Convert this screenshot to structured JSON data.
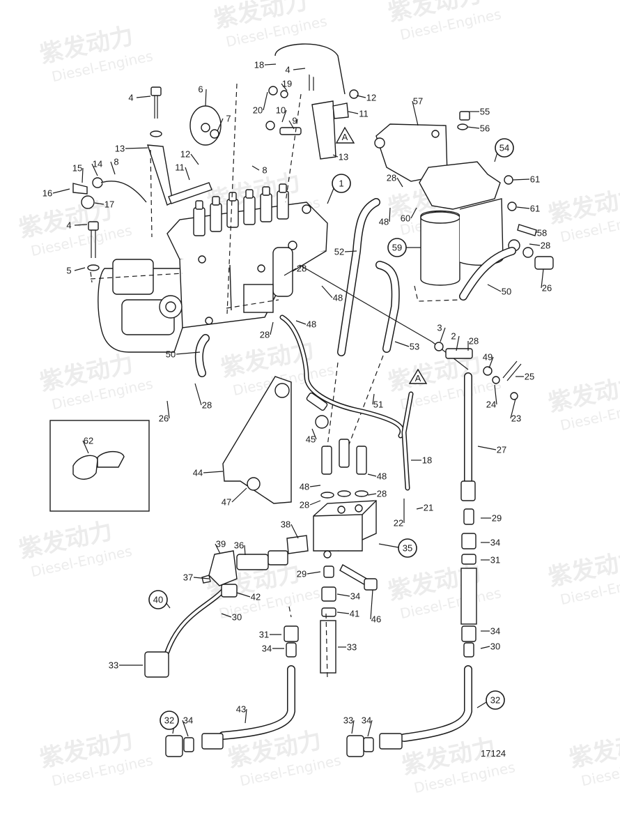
{
  "diagram_id": "17124",
  "watermark": {
    "brand": "紫发动力",
    "sub": "Diesel-Engines"
  },
  "callouts": [
    {
      "text": "18",
      "circled": false
    },
    {
      "text": "4",
      "circled": false
    },
    {
      "text": "19",
      "circled": false
    },
    {
      "text": "12",
      "circled": false
    },
    {
      "text": "57",
      "circled": false
    },
    {
      "text": "4",
      "circled": false
    },
    {
      "text": "6",
      "circled": false
    },
    {
      "text": "20",
      "circled": false
    },
    {
      "text": "10",
      "circled": false
    },
    {
      "text": "9",
      "circled": false
    },
    {
      "text": "11",
      "circled": false
    },
    {
      "text": "55",
      "circled": false
    },
    {
      "text": "7",
      "circled": false
    },
    {
      "text": "56",
      "circled": false
    },
    {
      "text": "13",
      "circled": false
    },
    {
      "text": "13",
      "circled": false
    },
    {
      "text": "54",
      "circled": true
    },
    {
      "text": "12",
      "circled": false
    },
    {
      "text": "15",
      "circled": false
    },
    {
      "text": "14",
      "circled": false
    },
    {
      "text": "8",
      "circled": false
    },
    {
      "text": "11",
      "circled": false
    },
    {
      "text": "8",
      "circled": false
    },
    {
      "text": "28",
      "circled": false
    },
    {
      "text": "61",
      "circled": false
    },
    {
      "text": "1",
      "circled": true
    },
    {
      "text": "16",
      "circled": false
    },
    {
      "text": "17",
      "circled": false
    },
    {
      "text": "61",
      "circled": false
    },
    {
      "text": "48",
      "circled": false
    },
    {
      "text": "60",
      "circled": false
    },
    {
      "text": "4",
      "circled": false
    },
    {
      "text": "58",
      "circled": false
    },
    {
      "text": "59",
      "circled": true
    },
    {
      "text": "28",
      "circled": false
    },
    {
      "text": "52",
      "circled": false
    },
    {
      "text": "5",
      "circled": false
    },
    {
      "text": "28",
      "circled": false
    },
    {
      "text": "26",
      "circled": false
    },
    {
      "text": "48",
      "circled": false
    },
    {
      "text": "50",
      "circled": false
    },
    {
      "text": "48",
      "circled": false
    },
    {
      "text": "28",
      "circled": false
    },
    {
      "text": "3",
      "circled": false
    },
    {
      "text": "2",
      "circled": false
    },
    {
      "text": "28",
      "circled": false
    },
    {
      "text": "53",
      "circled": false
    },
    {
      "text": "50",
      "circled": false
    },
    {
      "text": "49",
      "circled": false
    },
    {
      "text": "25",
      "circled": false
    },
    {
      "text": "24",
      "circled": false
    },
    {
      "text": "23",
      "circled": false
    },
    {
      "text": "28",
      "circled": false
    },
    {
      "text": "26",
      "circled": false
    },
    {
      "text": "51",
      "circled": false
    },
    {
      "text": "45",
      "circled": false
    },
    {
      "text": "62",
      "circled": false
    },
    {
      "text": "27",
      "circled": false
    },
    {
      "text": "18",
      "circled": false
    },
    {
      "text": "44",
      "circled": false
    },
    {
      "text": "48",
      "circled": false
    },
    {
      "text": "48",
      "circled": false
    },
    {
      "text": "21",
      "circled": false
    },
    {
      "text": "28",
      "circled": false
    },
    {
      "text": "47",
      "circled": false
    },
    {
      "text": "28",
      "circled": false
    },
    {
      "text": "22",
      "circled": false
    },
    {
      "text": "29",
      "circled": false
    },
    {
      "text": "38",
      "circled": false
    },
    {
      "text": "34",
      "circled": false
    },
    {
      "text": "39",
      "circled": false
    },
    {
      "text": "36",
      "circled": false
    },
    {
      "text": "35",
      "circled": true
    },
    {
      "text": "31",
      "circled": false
    },
    {
      "text": "37",
      "circled": false
    },
    {
      "text": "29",
      "circled": false
    },
    {
      "text": "46",
      "circled": false
    },
    {
      "text": "40",
      "circled": true
    },
    {
      "text": "42",
      "circled": false
    },
    {
      "text": "34",
      "circled": false
    },
    {
      "text": "30",
      "circled": false
    },
    {
      "text": "41",
      "circled": false
    },
    {
      "text": "31",
      "circled": false
    },
    {
      "text": "34",
      "circled": false
    },
    {
      "text": "34",
      "circled": false
    },
    {
      "text": "33",
      "circled": false
    },
    {
      "text": "30",
      "circled": false
    },
    {
      "text": "33",
      "circled": false
    },
    {
      "text": "43",
      "circled": false
    },
    {
      "text": "32",
      "circled": true
    },
    {
      "text": "32",
      "circled": true
    },
    {
      "text": "34",
      "circled": false
    },
    {
      "text": "33",
      "circled": false
    },
    {
      "text": "34",
      "circled": false
    },
    {
      "text": "33",
      "circled": false
    }
  ],
  "ref_markers": [
    "A",
    "A"
  ]
}
